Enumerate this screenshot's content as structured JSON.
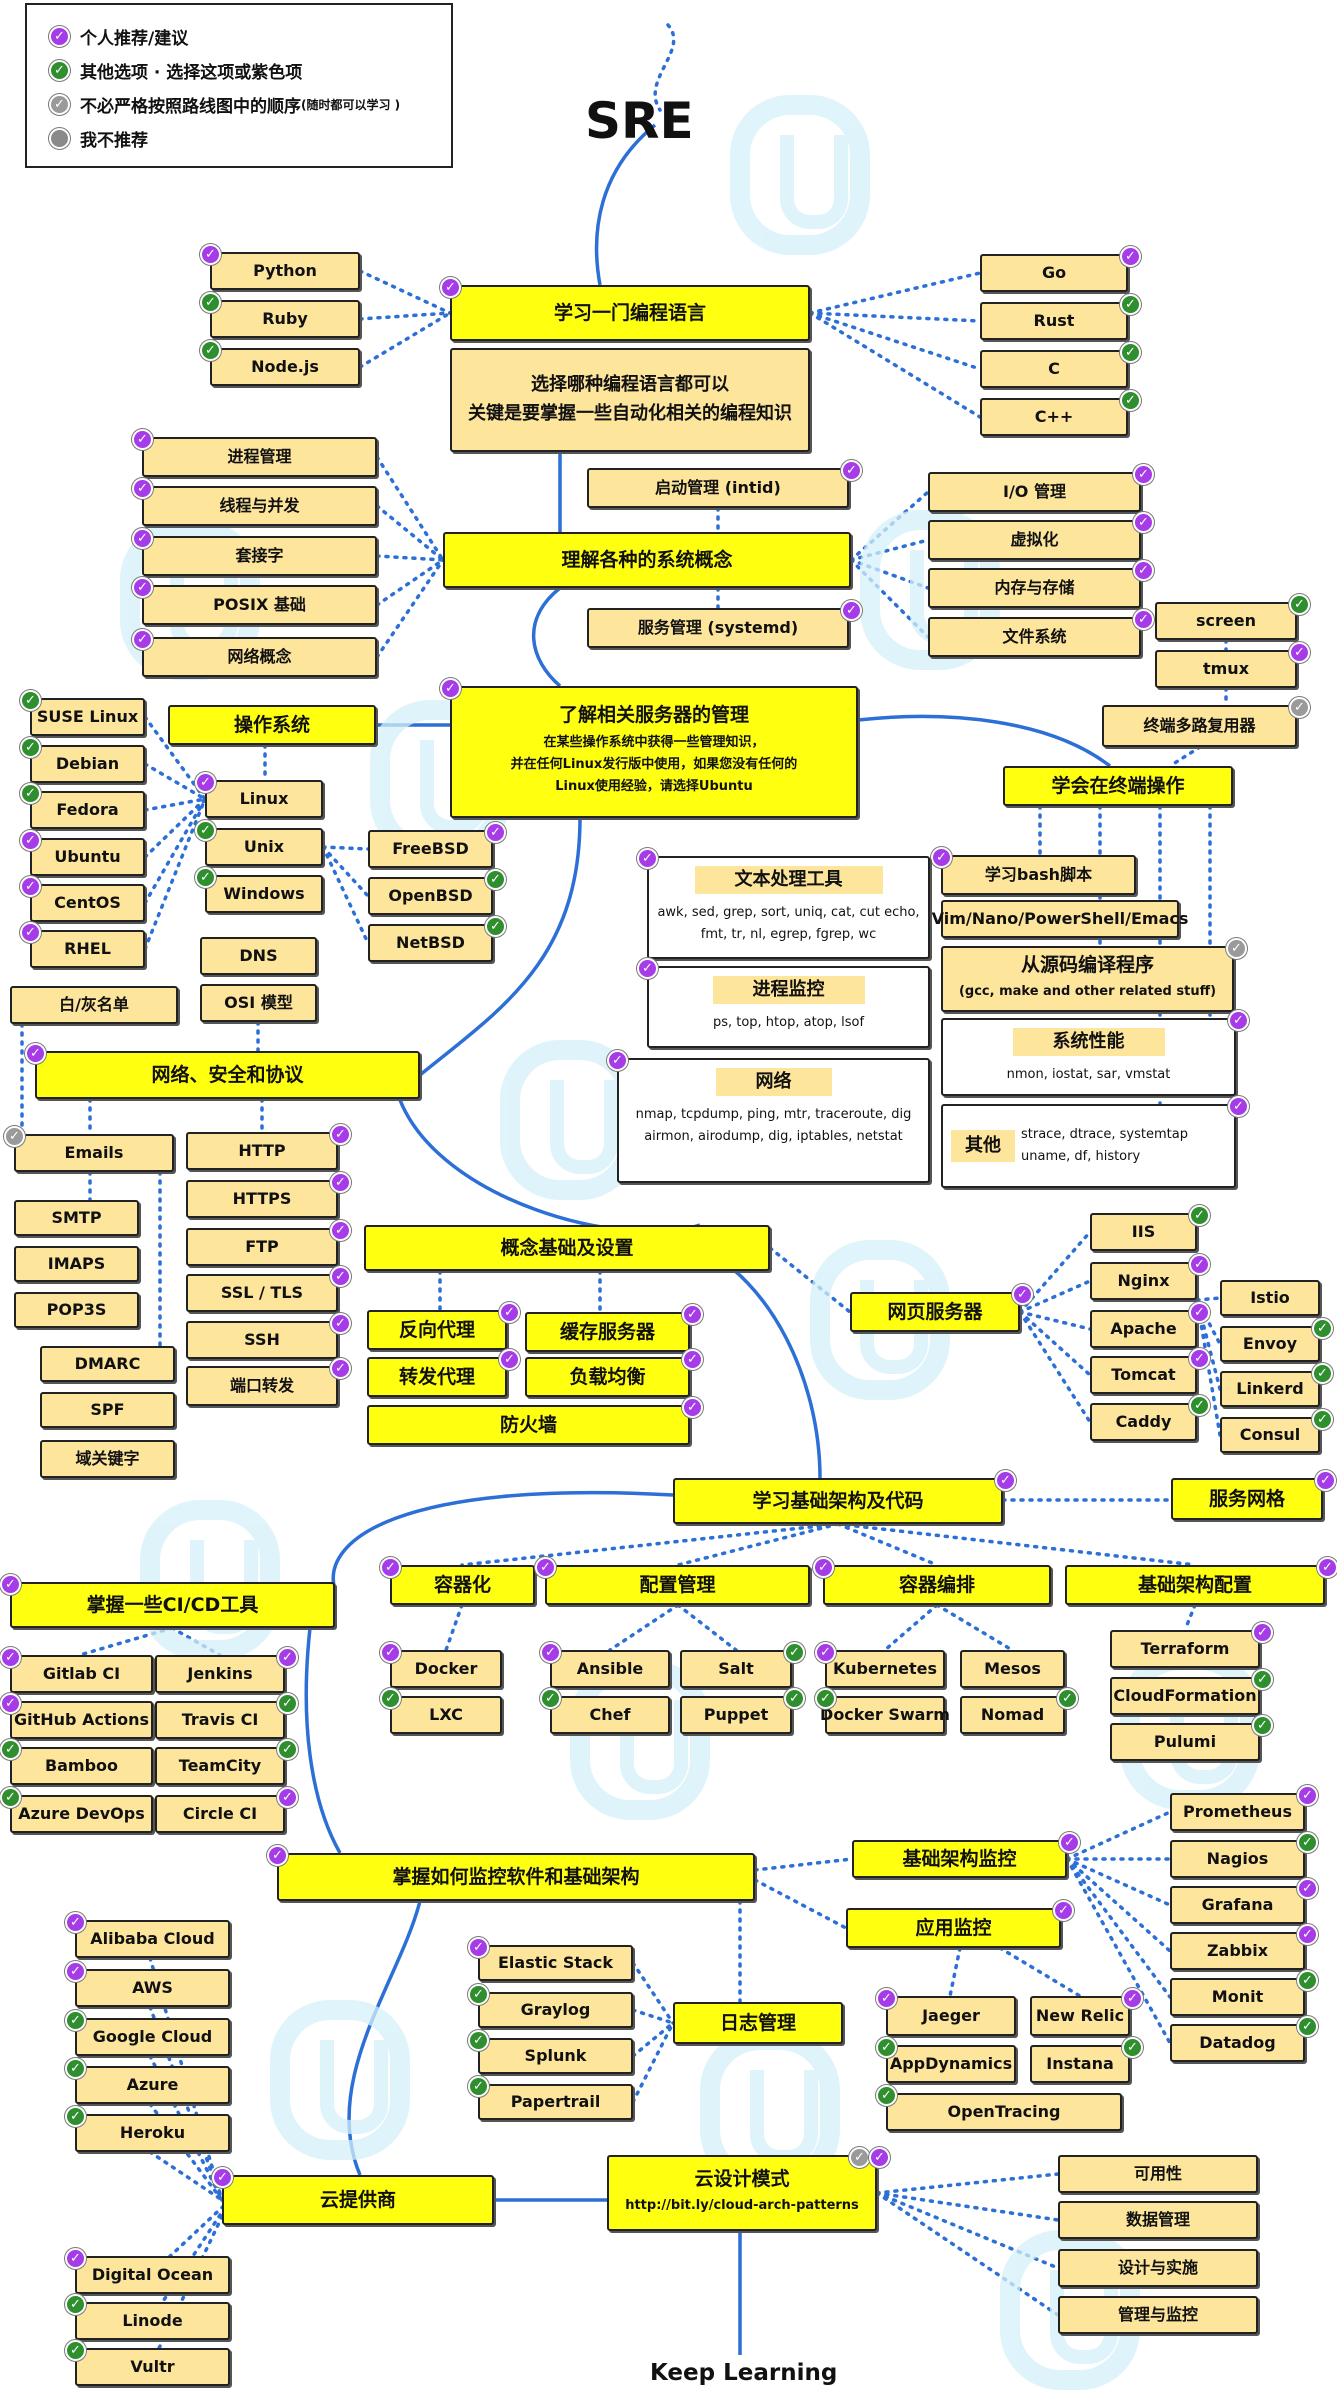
{
  "title": "SRE",
  "footer": "Keep Learning",
  "legend": [
    {
      "badge": "p",
      "text": "个人推荐/建议",
      "note": ""
    },
    {
      "badge": "g",
      "text": "其他选项 · 选择这项或紫色项",
      "note": ""
    },
    {
      "badge": "s",
      "text": "不必严格按照路线图中的顺序",
      "note": "(随时都可以学习 )"
    },
    {
      "badge": "d",
      "text": "我不推荐",
      "note": ""
    }
  ],
  "colors": {
    "purple": "#a63be8",
    "green": "#2f8f2f",
    "gray": "#9a9a9a",
    "yellow": "#ffff10",
    "light": "#fde59c",
    "spine": "#2c6fd6",
    "dots": "#2c6fd6"
  },
  "nodes": {
    "lang": "学习一门编程语言",
    "lang_note_1": "选择哪种编程语言都可以",
    "lang_note_2": "关键是要掌握一些自动化相关的编程知识",
    "python": "Python",
    "ruby": "Ruby",
    "nodejs": "Node.js",
    "go": "Go",
    "rust": "Rust",
    "c": "C",
    "cpp": "C++",
    "sysconcepts": "理解各种的系统概念",
    "proc": "进程管理",
    "thread": "线程与并发",
    "socket": "套接字",
    "posix": "POSIX 基础",
    "net": "网络概念",
    "boot": "启动管理  (intid)",
    "svc": "服务管理  (systemd)",
    "io": "I/O  管理",
    "virt": "虚拟化",
    "mem": "内存与存储",
    "fs": "文件系统",
    "server_mgmt": "了解相关服务器的管理",
    "server_note_1": "在某些操作系统中获得一些管理知识，",
    "server_note_2": "并在任何Linux发行版中使用，如果您没有任何的",
    "server_note_3": "Linux使用经验，请选择Ubuntu",
    "os": "操作系统",
    "suse": "SUSE Linux",
    "debian": "Debian",
    "fedora": "Fedora",
    "ubuntu": "Ubuntu",
    "centos": "CentOS",
    "rhel": "RHEL",
    "linux": "Linux",
    "unix": "Unix",
    "windows": "Windows",
    "freebsd": "FreeBSD",
    "openbsd": "OpenBSD",
    "netbsd": "NetBSD",
    "screen": "screen",
    "tmux": "tmux",
    "mux": "终端多路复用器",
    "terminal": "学会在终端操作",
    "textproc": "文本处理工具",
    "textproc_d": "awk, sed, grep, sort, uniq, cat, cut echo, fmt, tr, nl, egrep, fgrep, wc",
    "bash": "学习bash脚本",
    "editors": "Vim/Nano/PowerShell/Emacs",
    "compile": "从源码编译程序",
    "compile_d": "(gcc, make and other related stuff)",
    "procmon": "进程监控",
    "procmon_d": "ps, top, htop, atop, lsof",
    "perf": "系统性能",
    "perf_d": "nmon, iostat, sar, vmstat",
    "network_tools": "网络",
    "network_tools_d": "nmap, tcpdump, ping, mtr, traceroute, dig airmon, airodump, dig, iptables, netstat",
    "other": "其他",
    "other_d": "strace, dtrace, systemtap uname, df, history",
    "dns": "DNS",
    "osi": "OSI 模型",
    "blacklist": "白/灰名单",
    "netsec": "网络、安全和协议",
    "emails": "Emails",
    "smtp": "SMTP",
    "imaps": "IMAPS",
    "pop3s": "POP3S",
    "dmarc": "DMARC",
    "spf": "SPF",
    "domainkey": "域关键字",
    "http": "HTTP",
    "https": "HTTPS",
    "ftp": "FTP",
    "ssl": "SSL / TLS",
    "ssh": "SSH",
    "portfwd": "端口转发",
    "concepts": "概念基础及设置",
    "revproxy": "反向代理",
    "cache": "缓存服务器",
    "fwdproxy": "转发代理",
    "lb": "负载均衡",
    "firewall": "防火墙",
    "webserver": "网页服务器",
    "iis": "IIS",
    "nginx": "Nginx",
    "apache": "Apache",
    "tomcat": "Tomcat",
    "caddy": "Caddy",
    "istio": "Istio",
    "envoy": "Envoy",
    "linkerd": "Linkerd",
    "consul": "Consul",
    "infra": "学习基础架构及代码",
    "mesh": "服务网格",
    "cicd": "掌握一些CI/CD工具",
    "gitlab": "Gitlab CI",
    "jenkins": "Jenkins",
    "ghactions": "GitHub Actions",
    "travis": "Travis CI",
    "bamboo": "Bamboo",
    "teamcity": "TeamCity",
    "azuredevops": "Azure DevOps",
    "circleci": "Circle CI",
    "container": "容器化",
    "docker": "Docker",
    "lxc": "LXC",
    "config": "配置管理",
    "ansible": "Ansible",
    "salt": "Salt",
    "chef": "Chef",
    "puppet": "Puppet",
    "orch": "容器编排",
    "k8s": "Kubernetes",
    "mesos": "Mesos",
    "swarm": "Docker Swarm",
    "nomad": "Nomad",
    "iac": "基础架构配置",
    "terraform": "Terraform",
    "cfn": "CloudFormation",
    "pulumi": "Pulumi",
    "monitor": "掌握如何监控软件和基础架构",
    "inframon": "基础架构监控",
    "appmon": "应用监控",
    "prometheus": "Prometheus",
    "nagios": "Nagios",
    "grafana": "Grafana",
    "zabbix": "Zabbix",
    "monit": "Monit",
    "datadog": "Datadog",
    "elastic": "Elastic Stack",
    "graylog": "Graylog",
    "splunk": "Splunk",
    "papertrail": "Papertrail",
    "logmgmt": "日志管理",
    "jaeger": "Jaeger",
    "newrelic": "New Relic",
    "appdyn": "AppDynamics",
    "instana": "Instana",
    "opentracing": "OpenTracing",
    "alibaba": "Alibaba Cloud",
    "aws": "AWS",
    "gcloud": "Google Cloud",
    "azure": "Azure",
    "heroku": "Heroku",
    "cloud": "云提供商",
    "do": "Digital Ocean",
    "linode": "Linode",
    "vultr": "Vultr",
    "cloudpat": "云设计模式",
    "cloudpat_url": "http://bit.ly/cloud-arch-patterns",
    "avail": "可用性",
    "datamgmt": "数据管理",
    "design": "设计与实施",
    "mgmtmon": "管理与监控"
  }
}
